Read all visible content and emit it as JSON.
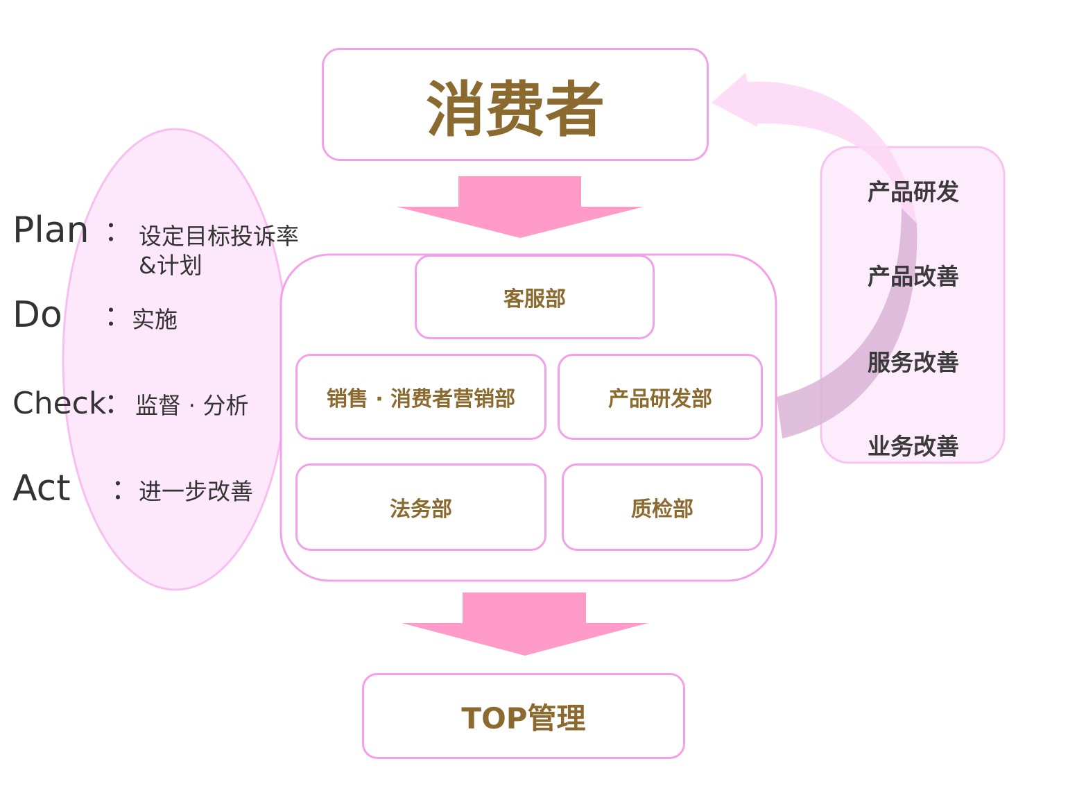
{
  "consumer_box": {
    "label": "消费者"
  },
  "departments": {
    "customer_service": "客服部",
    "sales_marketing": "销售 · 消费者营销部",
    "product_rd": "产品研发部",
    "legal": "法务部",
    "quality_inspection": "质检部"
  },
  "top_management": {
    "label": "TOP管理"
  },
  "pdca": [
    {
      "key": "Plan",
      "colon": "：",
      "desc_lines": [
        "设定目标投诉率",
        "&计划"
      ]
    },
    {
      "key": "Do",
      "colon": "：",
      "desc_lines": [
        "实施"
      ]
    },
    {
      "key": "Check",
      "colon": "：",
      "desc_lines": [
        "监督 · 分析"
      ]
    },
    {
      "key": "Act",
      "colon": "：",
      "desc_lines": [
        "进一步改善"
      ]
    }
  ],
  "improvements": [
    "产品研发",
    "产品改善",
    "服务改善",
    "业务改善"
  ],
  "colors": {
    "box_border": "#f2a0ea",
    "box_text": "#8a6a2e",
    "down_arrow": "#ff9bc9",
    "ellipse_fill": "#fde8fb",
    "curved_arrow": "#fcd8f5",
    "curved_arrow_shadow": "#d9b4d6"
  }
}
